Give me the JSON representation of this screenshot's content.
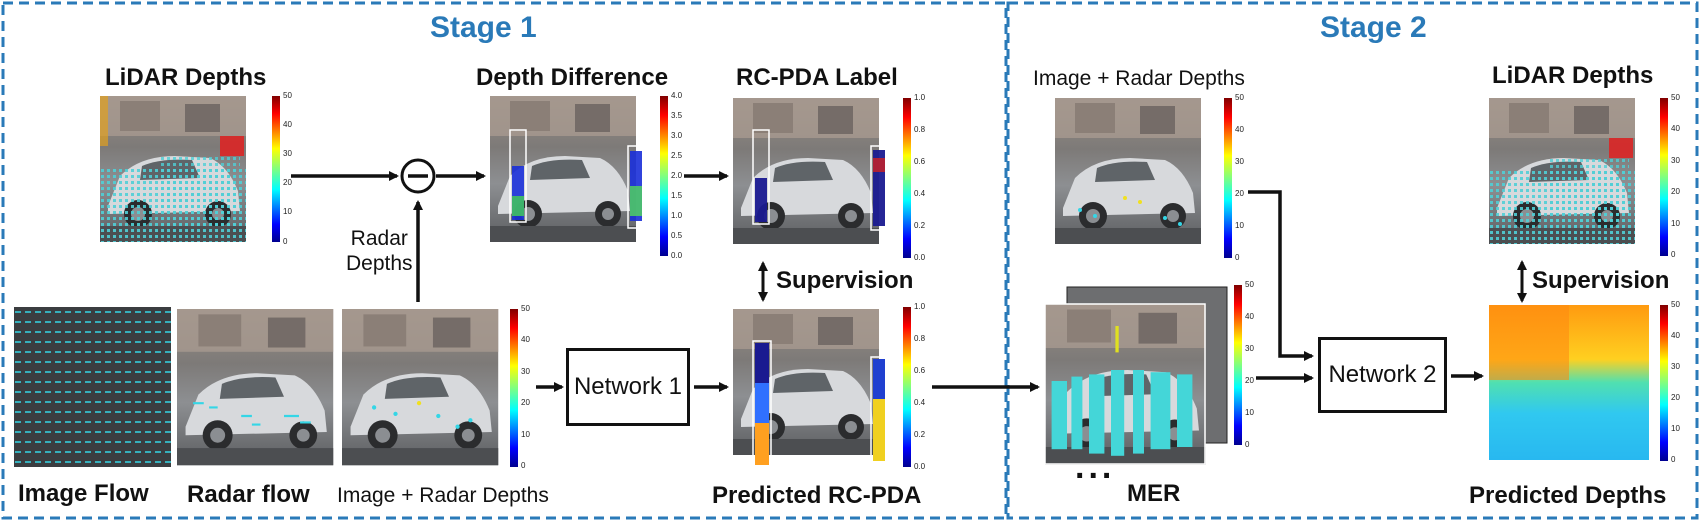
{
  "stages": [
    {
      "title": "Stage 1"
    },
    {
      "title": "Stage 2"
    }
  ],
  "labels": {
    "lidar_depths_1": "LiDAR Depths",
    "depth_difference": "Depth Difference",
    "rcpda_label": "RC-PDA Label",
    "image_radar_depths_top": "Image + Radar Depths",
    "lidar_depths_2": "LiDAR Depths",
    "radar_depths": "Radar\nDepths",
    "supervision_1": "Supervision",
    "supervision_2": "Supervision",
    "image_flow": "Image Flow",
    "radar_flow": "Radar flow",
    "image_radar_depths_bottom": "Image + Radar Depths",
    "predicted_rcpda": "Predicted RC-PDA",
    "mer": "MER",
    "ellipsis": "...",
    "predicted_depths": "Predicted Depths"
  },
  "networks": {
    "network1": "Network 1",
    "network2": "Network 2"
  },
  "operator": "⊖",
  "colorbars": {
    "depth_50": [
      "50",
      "40",
      "30",
      "20",
      "10",
      "0"
    ],
    "diff_4": [
      "4.0",
      "3.5",
      "3.0",
      "2.5",
      "2.0",
      "1.5",
      "1.0",
      "0.5",
      "0.0"
    ],
    "prob_1": [
      "1.0",
      "0.8",
      "0.6",
      "0.4",
      "0.2",
      "0.0"
    ]
  },
  "colors": {
    "stage_title": "#2a7ab8",
    "stage_border": "#2a7ab8",
    "arrow": "#111111",
    "lidar_point": "#5fd3d8",
    "radar_point": "#34d6e6"
  }
}
